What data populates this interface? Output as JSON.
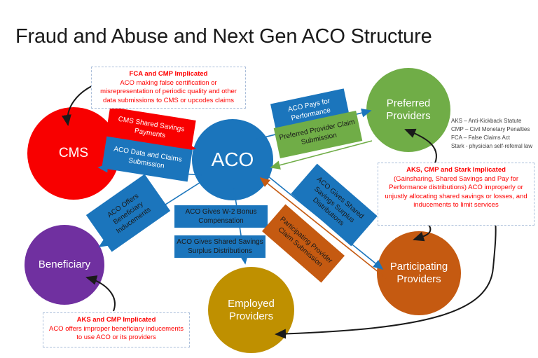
{
  "title": "Fraud and Abuse and Next Gen ACO Structure",
  "nodes": {
    "cms": {
      "label": "CMS",
      "color": "#f80000"
    },
    "aco": {
      "label": "ACO",
      "color": "#1b75bc"
    },
    "preferred_providers": {
      "label": "Preferred Providers",
      "color": "#70ad47"
    },
    "beneficiary": {
      "label": "Beneficiary",
      "color": "#7030a0"
    },
    "employed_providers": {
      "label": "Employed Providers",
      "color": "#bf9000"
    },
    "participating_providers": {
      "label": "Participating Providers",
      "color": "#c55a11"
    }
  },
  "flows": {
    "cms_shared_savings_payments": {
      "label": "CMS Shared Savings Payments",
      "color": "#f80000"
    },
    "aco_data_claims_submission": {
      "label": "ACO Data and Claims Submission",
      "color": "#1b75bc"
    },
    "aco_pays_for_performance": {
      "label": "ACO Pays for Performance",
      "color": "#1b75bc"
    },
    "preferred_provider_claim_submission": {
      "label": "Preferred Provider Claim Submission",
      "color": "#70ad47"
    },
    "aco_offers_beneficiary_inducements": {
      "label": "ACO Offers Beneficiary Inducements",
      "color": "#1b75bc"
    },
    "aco_gives_w2_bonus_compensation": {
      "label": "ACO Gives W-2 Bonus Compensation",
      "color": "#1b75bc"
    },
    "aco_gives_shared_savings_employed": {
      "label": "ACO Gives Shared Savings Surplus Distributions",
      "color": "#1b75bc"
    },
    "aco_gives_shared_savings_participating": {
      "label": "ACO Gives Shared Savings Surplus Distributions",
      "color": "#1b75bc"
    },
    "participating_provider_claim_submission": {
      "label": "Participating Provider Claim Submission",
      "color": "#c55a11"
    }
  },
  "annotations": {
    "fca_cmp": {
      "title": "FCA and CMP Implicated",
      "body": "ACO making false certification  or misrepresentation of periodic quality and other data submissions to CMS or upcodes claims"
    },
    "aks_cmp_stark": {
      "title": "AKS, CMP and Stark Implicated",
      "body": "(Gainsharing, Shared Savings and Pay for Performance distributions) ACO improperly or unjustly allocating shared savings or losses, and  inducements to limit services"
    },
    "aks_cmp": {
      "title": "AKS and CMP Implicated",
      "body": "ACO offers improper beneficiary inducements to use ACO or its providers"
    }
  },
  "legend": {
    "lines": [
      "AKS – Anti-Kickback Statute",
      "CMP – Civil Monetary Penalties",
      "FCA – False Claims Act",
      "Stark - physician self-referral law"
    ]
  },
  "colors": {
    "annotation_text": "#ff0000",
    "arrow_black": "#1a1a1a",
    "note_border": "#a9bdd9"
  }
}
